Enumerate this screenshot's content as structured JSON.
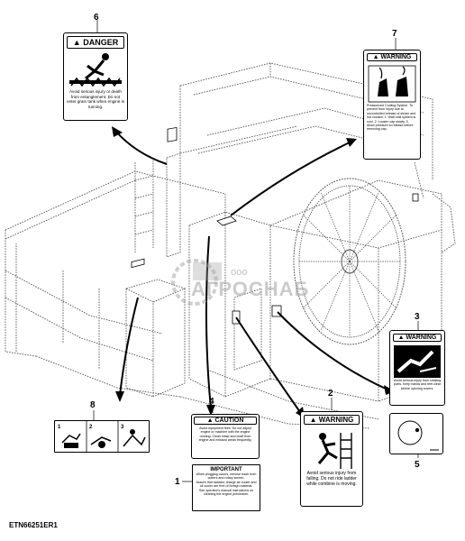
{
  "reference_code": "ETN66251ER1",
  "watermark": {
    "small": "ООО",
    "main": "АГРОСНАБ"
  },
  "callouts": [
    "1",
    "2",
    "3",
    "4",
    "5",
    "6",
    "7",
    "8"
  ],
  "decals": {
    "danger": {
      "header": "DANGER",
      "text": "Avoid serious injury or death from entanglement. Do not enter grain tank when engine is running."
    },
    "cooling_warning": {
      "header": "WARNING",
      "text": "Pressurized Cooling System. To prevent from injury due to uncontrolled release of steam and hot coolant: 1. Wait until system is cool. 2. Loosen cap slowly. 3. Allow pressure to release before removing cap."
    },
    "pinch_warning": {
      "header": "WARNING",
      "text": "Avoid serious injury from rotating parts. Keep hands and feet clear before opening covers."
    },
    "fall_warning": {
      "header": "WARNING",
      "text": "Avoid serious injury from falling. Do not ride ladder while combine is moving."
    },
    "caution": {
      "header": "CAUTION",
      "text": "Avoid equipment fires. Do not adjust engine or machine with the engine running. Clean straw and chaff from engine and exhaust areas frequently."
    },
    "important": {
      "header": "IMPORTANT",
      "text1": "When plugging occurs, remove trash from cutters and rotary screen.",
      "text2": "Assure that radiator, charge air cooler and oil cooler are free of foreign material.",
      "text3": "See operator's manual instructions on cleaning the engine precleaner."
    }
  },
  "colors": {
    "line": "#000000",
    "frame": "#444444",
    "watermark": "#a0a0a0"
  }
}
